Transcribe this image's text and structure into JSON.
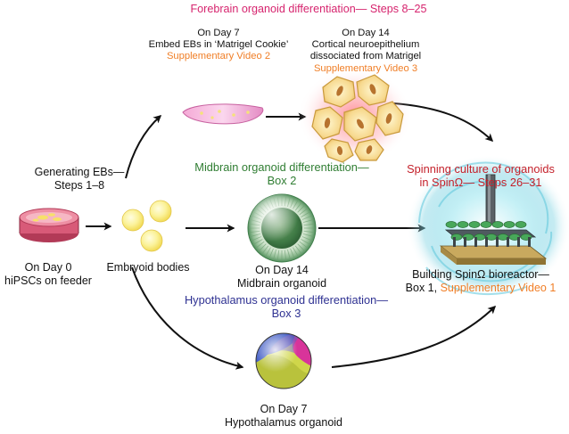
{
  "forebrain": {
    "title": "Forebrain organoid differentiation— Steps 8–25",
    "day7": {
      "line1": "On Day 7",
      "line2": "Embed EBs in ‘Matrigel Cookie’",
      "video": "Supplementary Video 2"
    },
    "day14": {
      "line1": "On Day 14",
      "line2": "Cortical neuroepithelium",
      "line3": "dissociated from Matrigel",
      "video": "Supplementary Video 3"
    }
  },
  "generating_ebs": {
    "line1": "Generating EBs—",
    "line2": "Steps 1–8"
  },
  "start": {
    "line1": "On Day 0",
    "line2": "hiPSCs on feeder"
  },
  "embryoid": {
    "label": "Embryoid bodies"
  },
  "midbrain": {
    "title_line1": "Midbrain organoid differentiation—",
    "title_line2": "Box 2",
    "caption_line1": "On Day 14",
    "caption_line2": "Midbrain organoid"
  },
  "hypothalamus": {
    "title_line1": "Hypothalamus organoid differentiation—",
    "title_line2": "Box 3",
    "caption_line1": "On Day 7",
    "caption_line2": "Hypothalamus organoid"
  },
  "spinning": {
    "title_line1": "Spinning culture of organoids",
    "title_line2": "in SpinΩ— Steps 26–31",
    "caption_line1": "Building SpinΩ bioreactor—",
    "caption_line2_prefix": "Box 1, ",
    "caption_video": "Supplementary Video 1"
  },
  "colors": {
    "forebrain": "#d6246e",
    "midbrain": "#2f7d32",
    "hypothalamus": "#2e3192",
    "spinning": "#c4202a",
    "video_link": "#f07e26"
  },
  "icons": [
    "petri-dish-icon",
    "embryoid-bodies-icon",
    "matrigel-cookie-icon",
    "cortical-neuroepithelium-icon",
    "midbrain-organoid-icon",
    "hypothalamus-organoid-icon",
    "spin-omega-bioreactor-icon"
  ]
}
